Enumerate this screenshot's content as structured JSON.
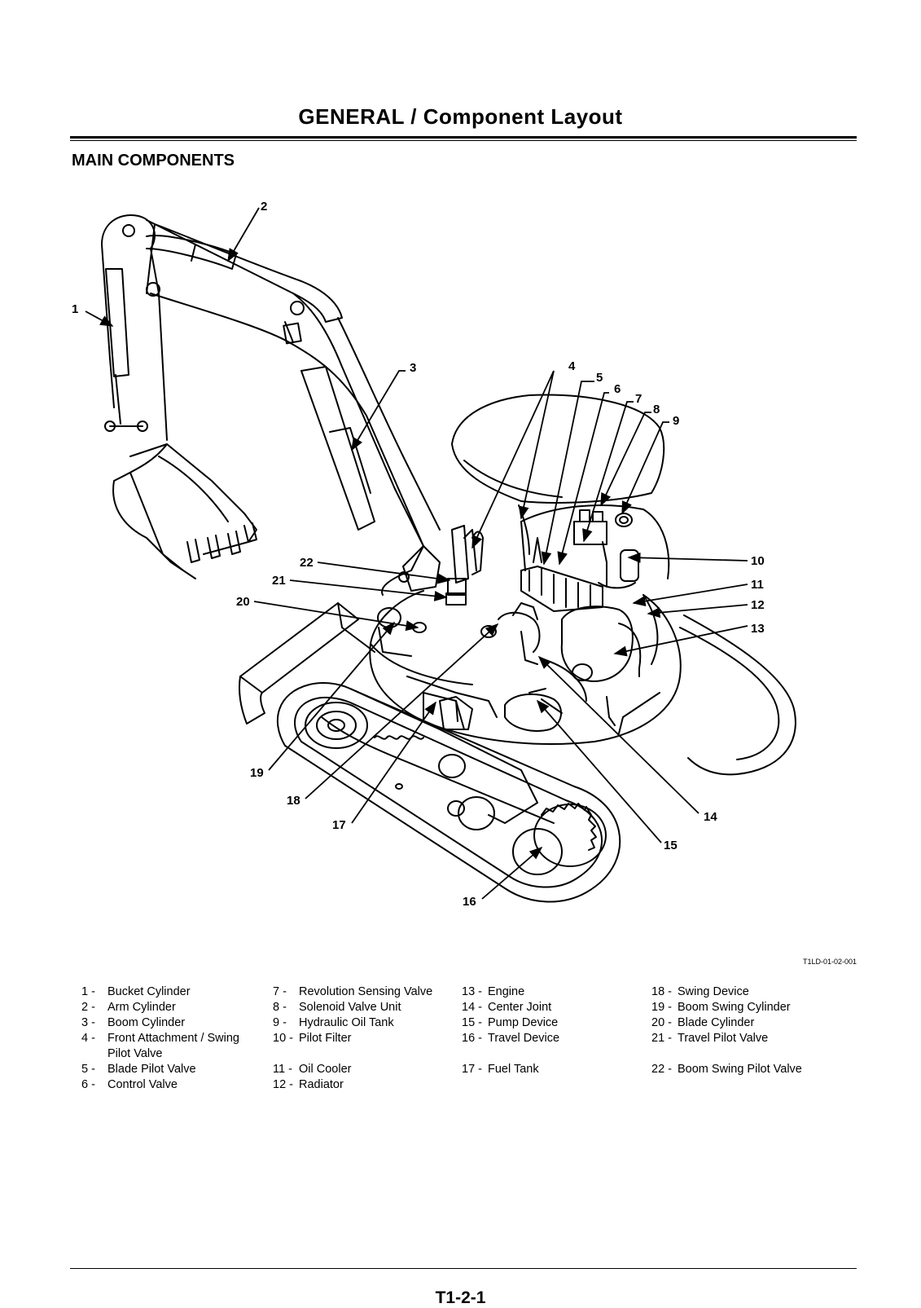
{
  "header": {
    "title": "GENERAL / Component Layout"
  },
  "section": {
    "title": "MAIN COMPONENTS"
  },
  "figure": {
    "id": "T1LD-01-02-001",
    "callouts": [
      "1",
      "2",
      "3",
      "4",
      "5",
      "6",
      "7",
      "8",
      "9",
      "10",
      "11",
      "12",
      "13",
      "14",
      "15",
      "16",
      "17",
      "18",
      "19",
      "20",
      "21",
      "22"
    ]
  },
  "legend": [
    {
      "num": "1 -",
      "label": "Bucket Cylinder"
    },
    {
      "num": "2 -",
      "label": "Arm Cylinder"
    },
    {
      "num": "3 -",
      "label": "Boom Cylinder"
    },
    {
      "num": "4 -",
      "label": "Front Attachment / Swing Pilot Valve"
    },
    {
      "num": "5 -",
      "label": "Blade Pilot Valve"
    },
    {
      "num": "6 -",
      "label": "Control Valve"
    },
    {
      "num": "7 -",
      "label": "Revolution Sensing Valve"
    },
    {
      "num": "8 -",
      "label": "Solenoid Valve Unit"
    },
    {
      "num": "9 -",
      "label": "Hydraulic Oil Tank"
    },
    {
      "num": "10 -",
      "label": "Pilot Filter"
    },
    {
      "num": "11 -",
      "label": "Oil Cooler"
    },
    {
      "num": "12 -",
      "label": "Radiator"
    },
    {
      "num": "13 -",
      "label": "Engine"
    },
    {
      "num": "14 -",
      "label": "Center Joint"
    },
    {
      "num": "15 -",
      "label": "Pump Device"
    },
    {
      "num": "16 -",
      "label": "Travel Device"
    },
    {
      "num": "17 -",
      "label": "Fuel Tank"
    },
    {
      "num": "18 -",
      "label": "Swing Device"
    },
    {
      "num": "19 -",
      "label": "Boom Swing Cylinder"
    },
    {
      "num": "20 -",
      "label": "Blade Cylinder"
    },
    {
      "num": "21 -",
      "label": "Travel Pilot Valve"
    },
    {
      "num": "22 -",
      "label": "Boom Swing Pilot Valve"
    }
  ],
  "footer": {
    "page_number": "T1-2-1"
  }
}
